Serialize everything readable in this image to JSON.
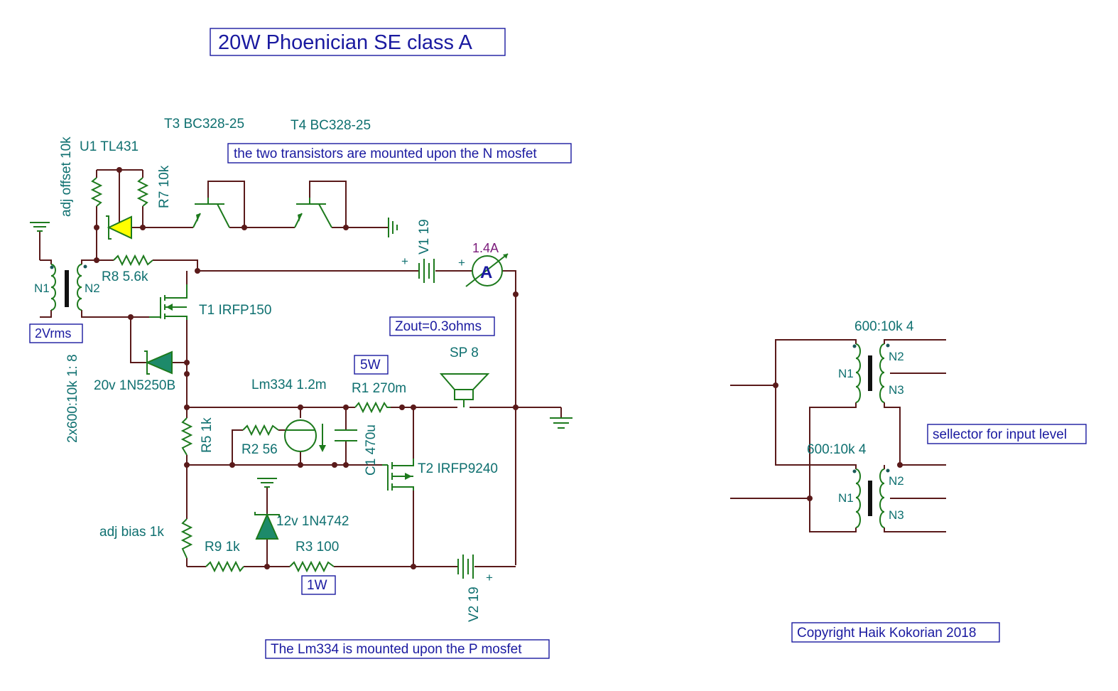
{
  "title": "20W Phoenician SE class A",
  "notes": {
    "transistors_mount": "the two transistors are mounted upon the N mosfet",
    "zout": "Zout=0.3ohms",
    "five_w": "5W",
    "one_w": "1W",
    "input_level": "2Vrms",
    "lm334_mount": "The Lm334 is mounted upon the P mosfet",
    "selector": "sellector for input level",
    "copyright": "Copyright Haik Kokorian 2018"
  },
  "components": {
    "t3": "T3 BC328-25",
    "t4": "T4 BC328-25",
    "u1": "U1 TL431",
    "adj_offset": "adj offset 10k",
    "r7": "R7 10k",
    "v1": "V1 19",
    "ammeter_value": "1.4A",
    "ammeter_symbol": "A",
    "r8": "R8 5.6k",
    "n1": "N1",
    "n2": "N2",
    "n3": "N3",
    "t1": "T1 IRFP150",
    "input_transformer": "2x600:10k 1: 8",
    "d_zener20": "20v 1N5250B",
    "lm334": "Lm334 1.2m",
    "r1": "R1 270m",
    "sp": "SP 8",
    "r5": "R5 1k",
    "r2": "R2 56",
    "c1": "C1 470u",
    "t2": "T2 IRFP9240",
    "adj_bias": "adj bias 1k",
    "d_zener12": "12v 1N4742",
    "r9": "R9 1k",
    "r3": "R3 100",
    "v2": "V2 19",
    "plus": "+",
    "xfmr_top": "600:10k 4",
    "xfmr_bottom": "600:10k 4"
  },
  "colors": {
    "wire": "#5a1a1a",
    "component": "#1d7a1d",
    "label": "#0f7070",
    "note": "#1a1aa0",
    "ammeter": "#1a1aa0",
    "ammeter_value": "#7a1a7a",
    "tl431_fill": "#ffff00",
    "zener_fill": "#1d8a6a"
  }
}
